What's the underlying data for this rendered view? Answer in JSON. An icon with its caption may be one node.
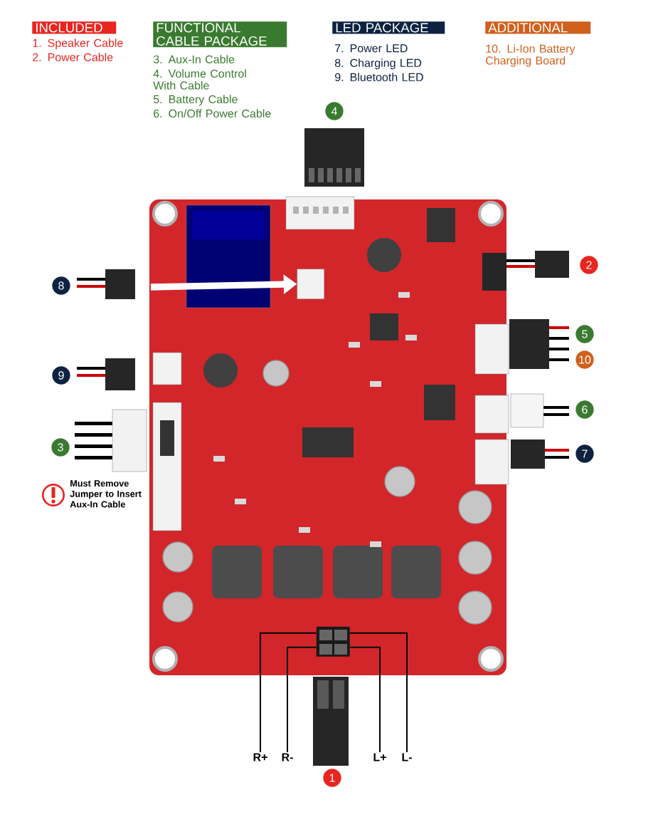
{
  "diagram": {
    "nodes": [
      {
        "text": [
          "INCLUDED"
        ],
        "beside": [
          "1. Speaker Cable",
          "2. Power Cable"
        ]
      },
      {
        "text": [
          "FUNCTIONAL CABLE PACKAGE"
        ],
        "beside": [
          "3. Aux-In Cable",
          "4. Volume Control With Cable",
          "5. Battery Cable",
          "6. On/Off Power Cable"
        ]
      },
      {
        "text": [
          "LED PACKAGE"
        ],
        "beside": [
          "7. Power LED",
          "8. Charging LED",
          "9. Bluetooth LED"
        ]
      },
      {
        "text": [
          "ADDITIONAL"
        ],
        "beside": [
          "10. Li-Ion Battery Charging Board"
        ]
      },
      {
        "text": [
          "4"
        ]
      },
      {
        "text": [],
        "shape": "picture"
      },
      {
        "text": [],
        "shape": "box",
        "in": 5
      },
      {
        "text": [
          "2"
        ]
      },
      {
        "text": [
          "8"
        ]
      },
      {
        "text": [
          "5"
        ]
      },
      {
        "text": [
          "10"
        ]
      },
      {
        "text": [
          "9"
        ]
      },
      {
        "text": [
          "6"
        ]
      },
      {
        "text": [
          "3"
        ]
      },
      {
        "text": [
          "7"
        ]
      },
      {
        "text": [],
        "shape": "box",
        "in": 5
      },
      {
        "text": [
          "R+"
        ]
      },
      {
        "text": [
          "R-"
        ]
      },
      {
        "text": [
          "L+"
        ]
      },
      {
        "text": [
          "L-"
        ]
      },
      {
        "text": [
          "1"
        ]
      }
    ],
    "edges": [
      {
        "from": null,
        "to": 6,
        "arrow": "to",
        "style": "thick",
        "color": "#ffffff"
      },
      {
        "from": 16,
        "to": 15,
        "arrow": "none"
      },
      {
        "from": 17,
        "to": 15,
        "arrow": "none"
      },
      {
        "from": 18,
        "to": 15,
        "arrow": "none"
      },
      {
        "from": 19,
        "to": 15,
        "arrow": "none"
      }
    ],
    "labels": [
      "Must Remove Jumper to Insert Aux-In Cable"
    ]
  }
}
